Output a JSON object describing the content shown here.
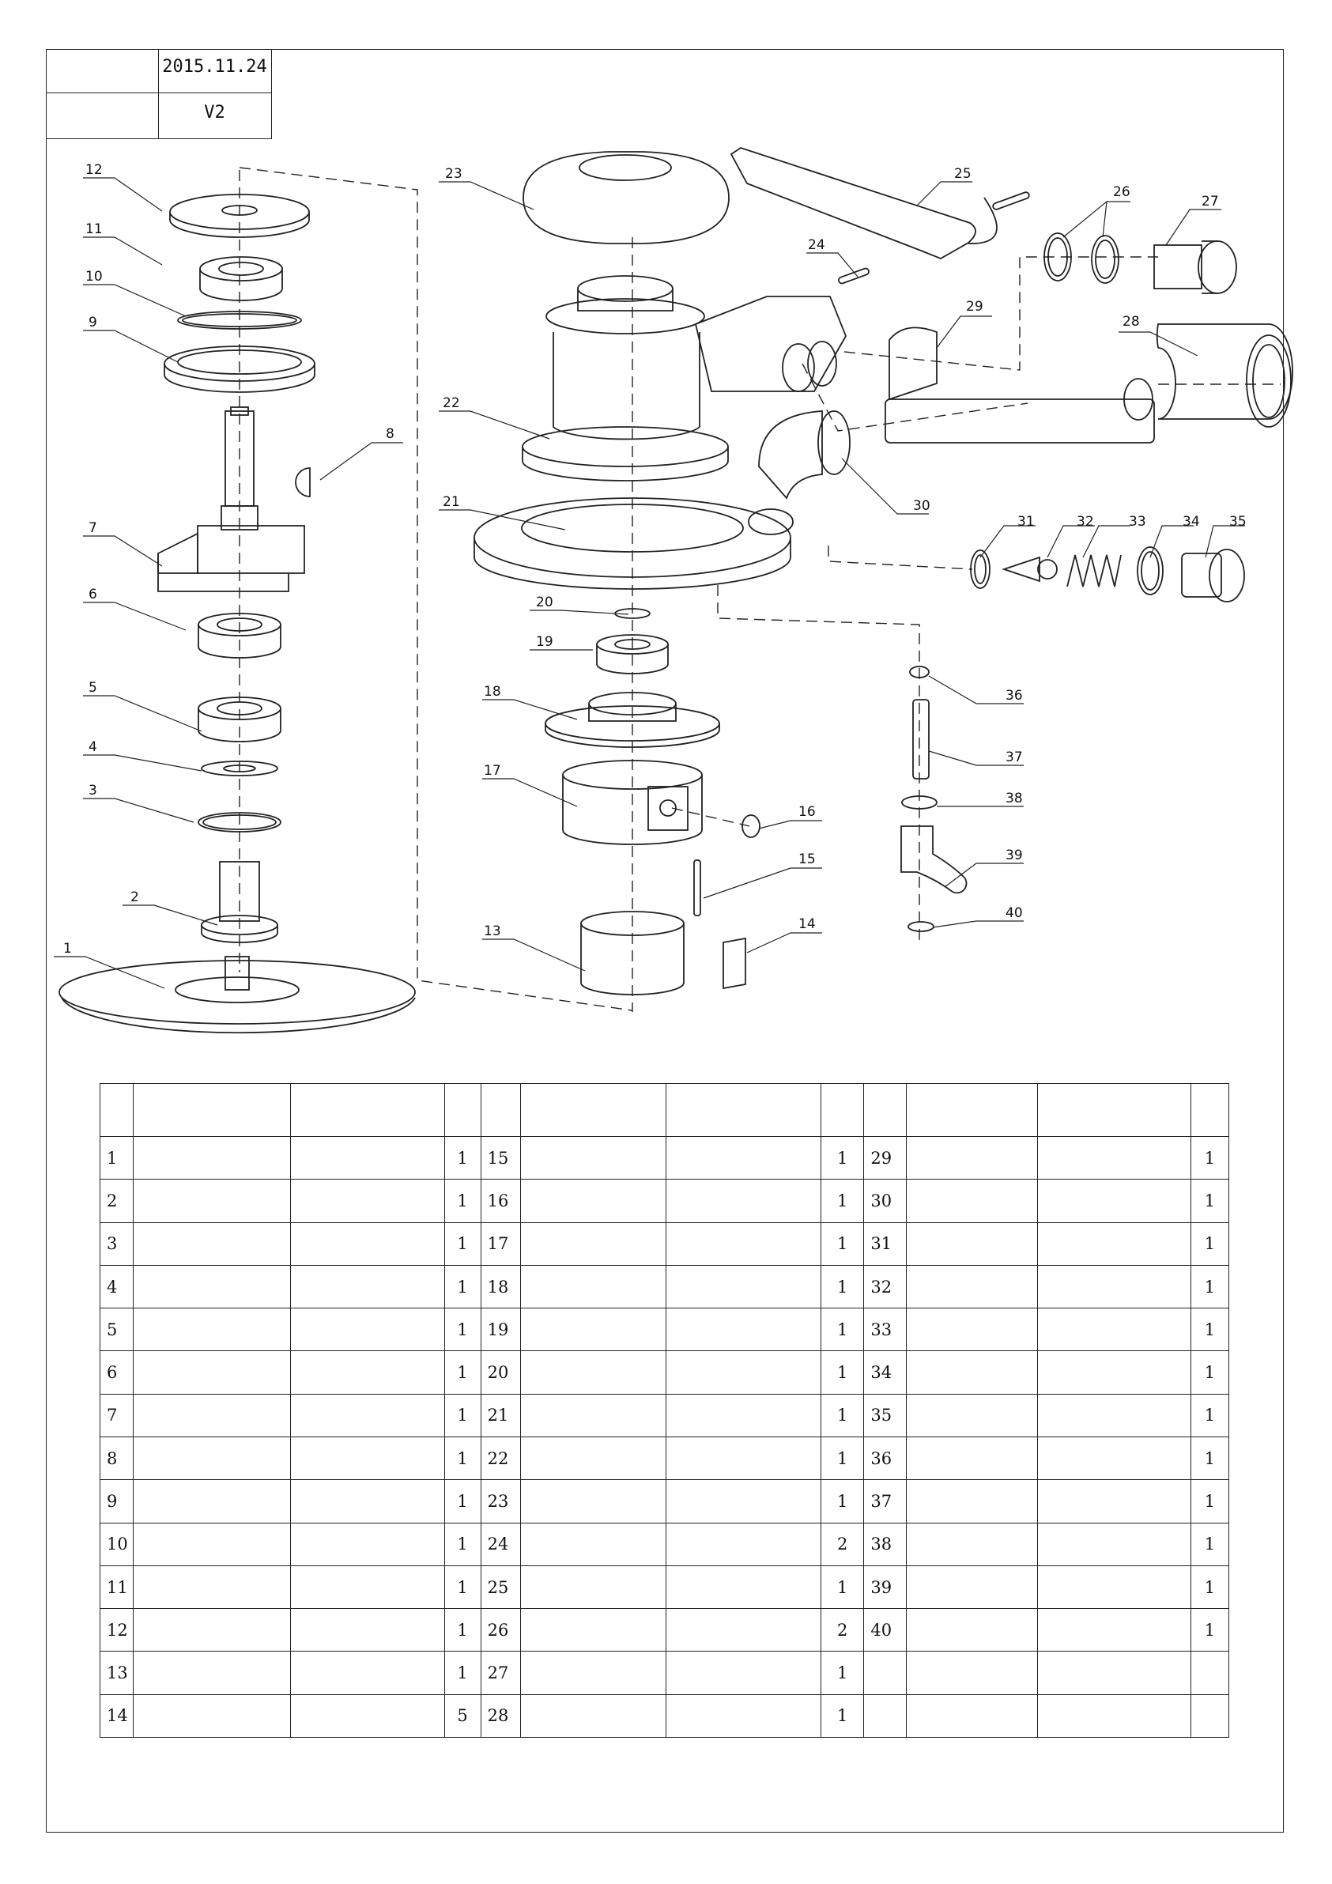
{
  "title_block": {
    "date": "2015.11.24",
    "version": "V2"
  },
  "part_numbers": [
    "1",
    "2",
    "3",
    "4",
    "5",
    "6",
    "7",
    "8",
    "9",
    "10",
    "11",
    "12",
    "13",
    "14",
    "15",
    "16",
    "17",
    "18",
    "19",
    "20",
    "21",
    "22",
    "23",
    "24",
    "25",
    "26",
    "27",
    "28",
    "29",
    "30",
    "31",
    "32",
    "33",
    "34",
    "35",
    "36",
    "37",
    "38",
    "39",
    "40"
  ],
  "parts_table": {
    "rows": [
      {
        "a_no": "1",
        "a_qty": "1",
        "b_no": "15",
        "b_qty": "1",
        "c_no": "29",
        "c_qty": "1"
      },
      {
        "a_no": "2",
        "a_qty": "1",
        "b_no": "16",
        "b_qty": "1",
        "c_no": "30",
        "c_qty": "1"
      },
      {
        "a_no": "3",
        "a_qty": "1",
        "b_no": "17",
        "b_qty": "1",
        "c_no": "31",
        "c_qty": "1"
      },
      {
        "a_no": "4",
        "a_qty": "1",
        "b_no": "18",
        "b_qty": "1",
        "c_no": "32",
        "c_qty": "1"
      },
      {
        "a_no": "5",
        "a_qty": "1",
        "b_no": "19",
        "b_qty": "1",
        "c_no": "33",
        "c_qty": "1"
      },
      {
        "a_no": "6",
        "a_qty": "1",
        "b_no": "20",
        "b_qty": "1",
        "c_no": "34",
        "c_qty": "1"
      },
      {
        "a_no": "7",
        "a_qty": "1",
        "b_no": "21",
        "b_qty": "1",
        "c_no": "35",
        "c_qty": "1"
      },
      {
        "a_no": "8",
        "a_qty": "1",
        "b_no": "22",
        "b_qty": "1",
        "c_no": "36",
        "c_qty": "1"
      },
      {
        "a_no": "9",
        "a_qty": "1",
        "b_no": "23",
        "b_qty": "1",
        "c_no": "37",
        "c_qty": "1"
      },
      {
        "a_no": "10",
        "a_qty": "1",
        "b_no": "24",
        "b_qty": "2",
        "c_no": "38",
        "c_qty": "1"
      },
      {
        "a_no": "11",
        "a_qty": "1",
        "b_no": "25",
        "b_qty": "1",
        "c_no": "39",
        "c_qty": "1"
      },
      {
        "a_no": "12",
        "a_qty": "1",
        "b_no": "26",
        "b_qty": "2",
        "c_no": "40",
        "c_qty": "1"
      },
      {
        "a_no": "13",
        "a_qty": "1",
        "b_no": "27",
        "b_qty": "1",
        "c_no": "",
        "c_qty": ""
      },
      {
        "a_no": "14",
        "a_qty": "5",
        "b_no": "28",
        "b_qty": "1",
        "c_no": "",
        "c_qty": ""
      }
    ]
  }
}
